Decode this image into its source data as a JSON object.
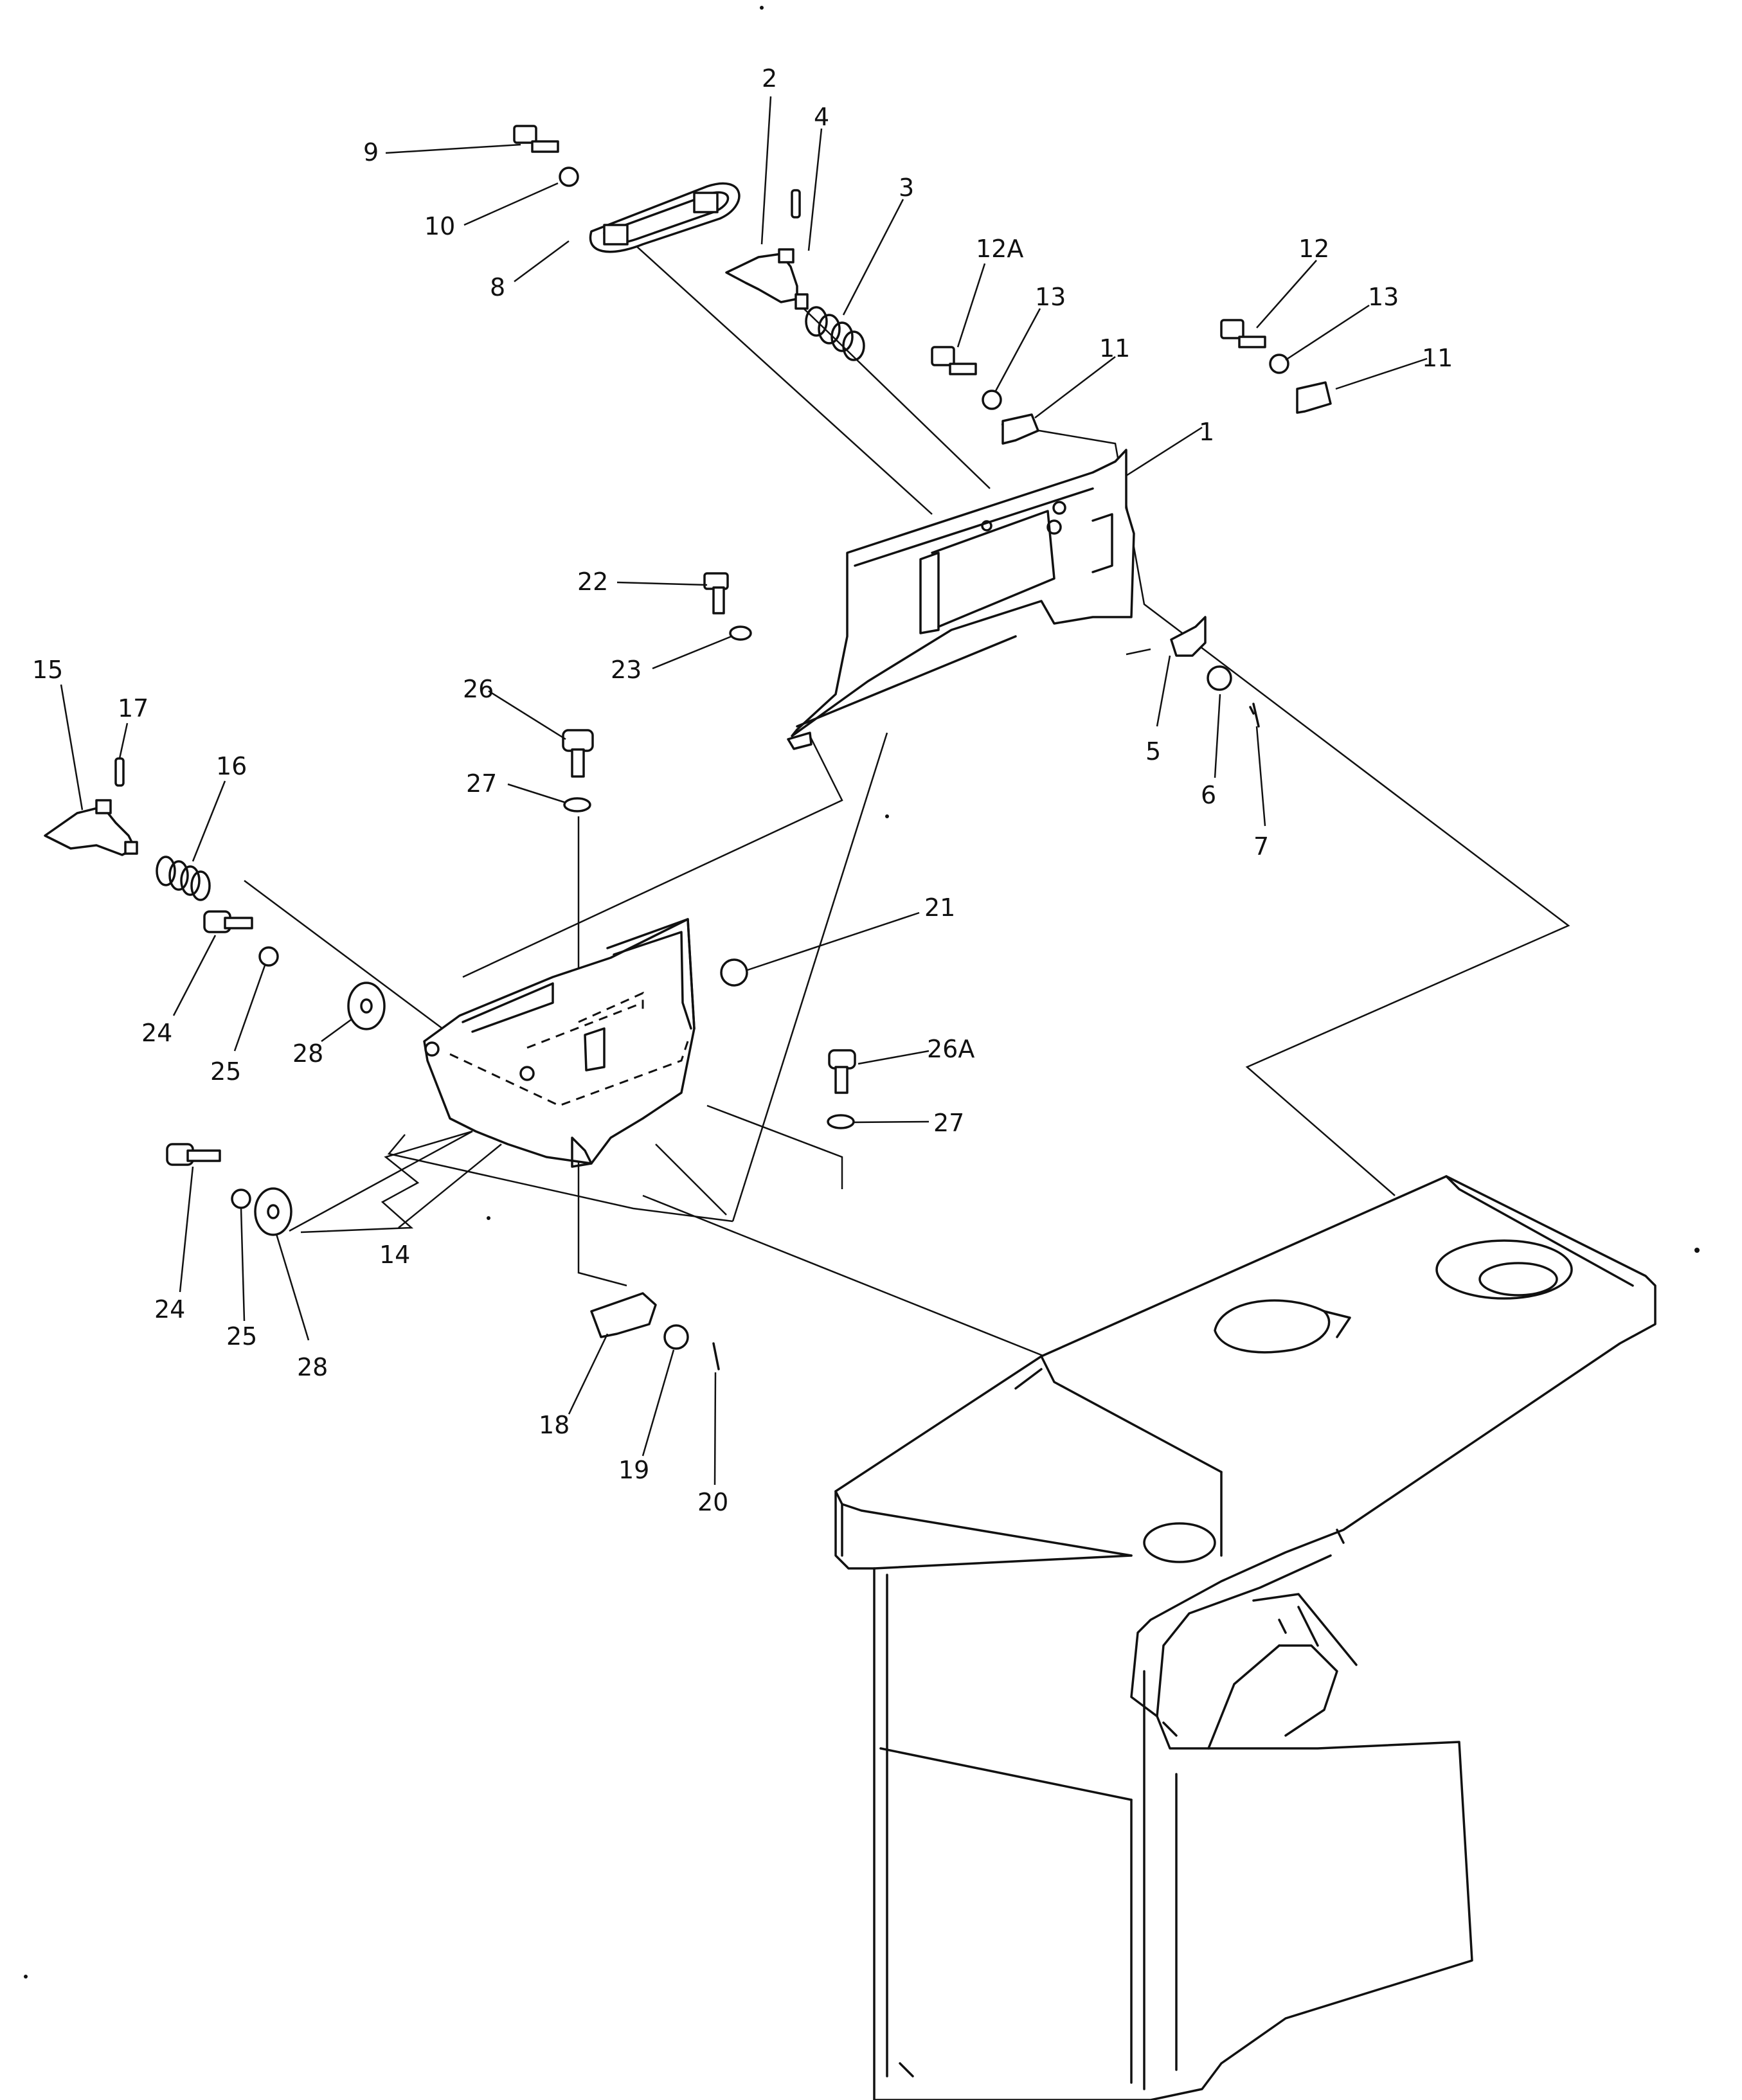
{
  "callouts": [
    {
      "id": "c1",
      "label": "1"
    },
    {
      "id": "c2",
      "label": "2"
    },
    {
      "id": "c3",
      "label": "3"
    },
    {
      "id": "c4",
      "label": "4"
    },
    {
      "id": "c5",
      "label": "5"
    },
    {
      "id": "c6",
      "label": "6"
    },
    {
      "id": "c7",
      "label": "7"
    },
    {
      "id": "c8",
      "label": "8"
    },
    {
      "id": "c9",
      "label": "9"
    },
    {
      "id": "c10",
      "label": "10"
    },
    {
      "id": "c11a",
      "label": "11"
    },
    {
      "id": "c11b",
      "label": "11"
    },
    {
      "id": "c12",
      "label": "12"
    },
    {
      "id": "c12a",
      "label": "12A"
    },
    {
      "id": "c13a",
      "label": "13"
    },
    {
      "id": "c13b",
      "label": "13"
    },
    {
      "id": "c14",
      "label": "14"
    },
    {
      "id": "c15",
      "label": "15"
    },
    {
      "id": "c16",
      "label": "16"
    },
    {
      "id": "c17",
      "label": "17"
    },
    {
      "id": "c18",
      "label": "18"
    },
    {
      "id": "c19",
      "label": "19"
    },
    {
      "id": "c20",
      "label": "20"
    },
    {
      "id": "c21",
      "label": "21"
    },
    {
      "id": "c22",
      "label": "22"
    },
    {
      "id": "c23",
      "label": "23"
    },
    {
      "id": "c24a",
      "label": "24"
    },
    {
      "id": "c24b",
      "label": "24"
    },
    {
      "id": "c25a",
      "label": "25"
    },
    {
      "id": "c25b",
      "label": "25"
    },
    {
      "id": "c26",
      "label": "26"
    },
    {
      "id": "c26a",
      "label": "26A"
    },
    {
      "id": "c27a",
      "label": "27"
    },
    {
      "id": "c27b",
      "label": "27"
    },
    {
      "id": "c28a",
      "label": "28"
    },
    {
      "id": "c28b",
      "label": "28"
    }
  ]
}
